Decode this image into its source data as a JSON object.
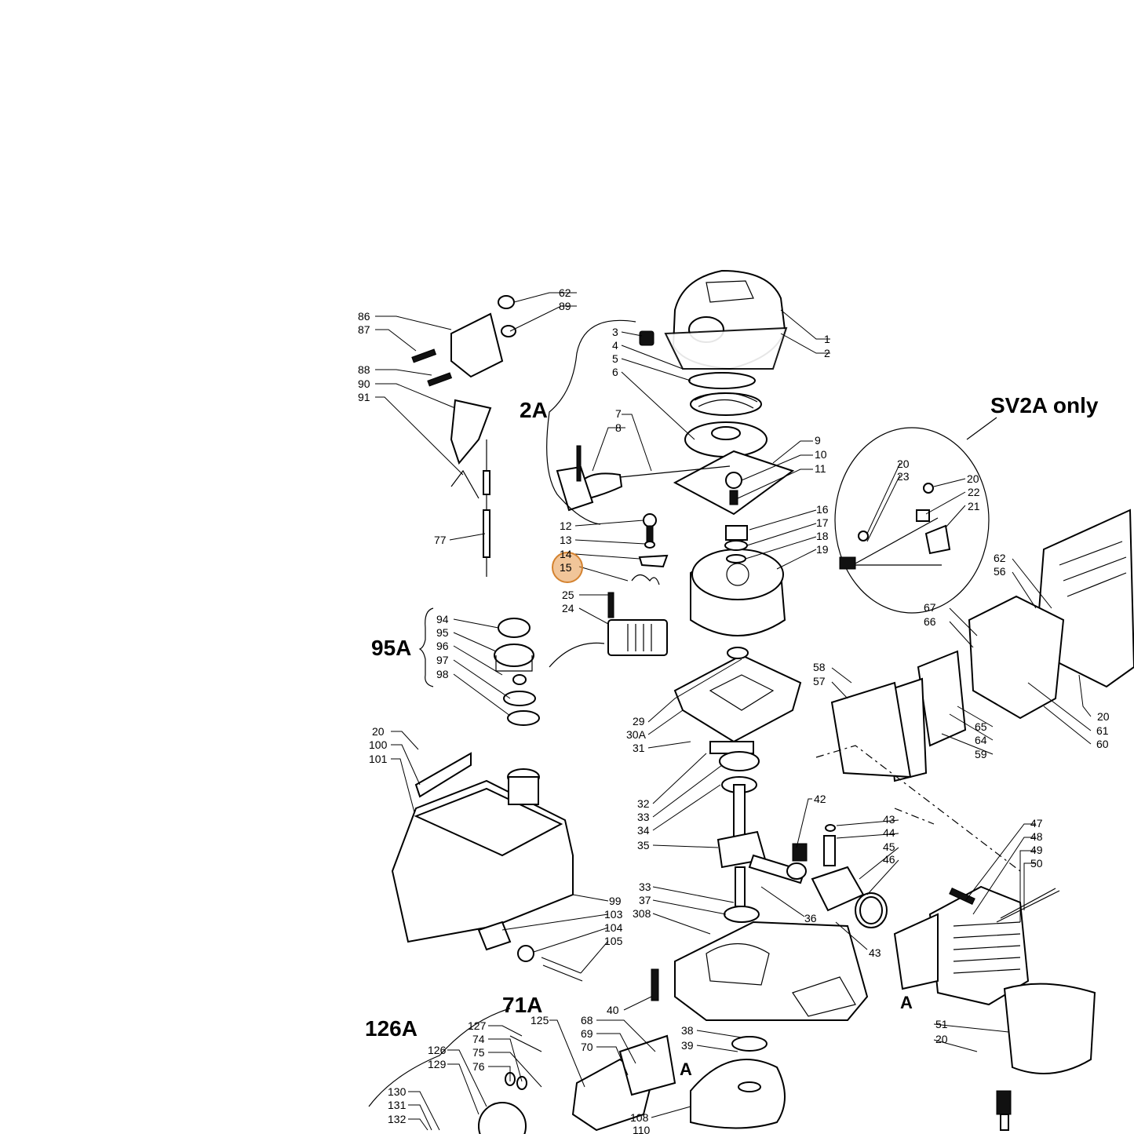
{
  "diagram": {
    "group_labels": {
      "g2A": "2A",
      "sv2a": "SV2A only",
      "g95A": "95A",
      "g126A": "126A",
      "g71A": "71A",
      "refA_left": "A",
      "refA_right": "A"
    },
    "part_numbers": [
      "1",
      "2",
      "3",
      "4",
      "5",
      "6",
      "7",
      "8",
      "9",
      "10",
      "11",
      "12",
      "13",
      "14",
      "15",
      "16",
      "17",
      "18",
      "19",
      "20",
      "20",
      "20",
      "20",
      "20",
      "21",
      "22",
      "23",
      "24",
      "25",
      "29",
      "30A",
      "31",
      "32",
      "33",
      "34",
      "35",
      "33",
      "37",
      "308",
      "36",
      "40",
      "38",
      "39",
      "42",
      "43",
      "44",
      "45",
      "46",
      "43",
      "47",
      "48",
      "49",
      "50",
      "51",
      "56",
      "57",
      "58",
      "59",
      "60",
      "61",
      "62",
      "62",
      "64",
      "65",
      "66",
      "67",
      "68",
      "69",
      "70",
      "74",
      "75",
      "76",
      "77",
      "86",
      "87",
      "88",
      "89",
      "90",
      "91",
      "94",
      "95",
      "96",
      "97",
      "98",
      "99",
      "100",
      "101",
      "103",
      "104",
      "105",
      "108",
      "110",
      "125",
      "126",
      "127",
      "129",
      "130",
      "131",
      "132"
    ],
    "highlighted_part": "15"
  }
}
